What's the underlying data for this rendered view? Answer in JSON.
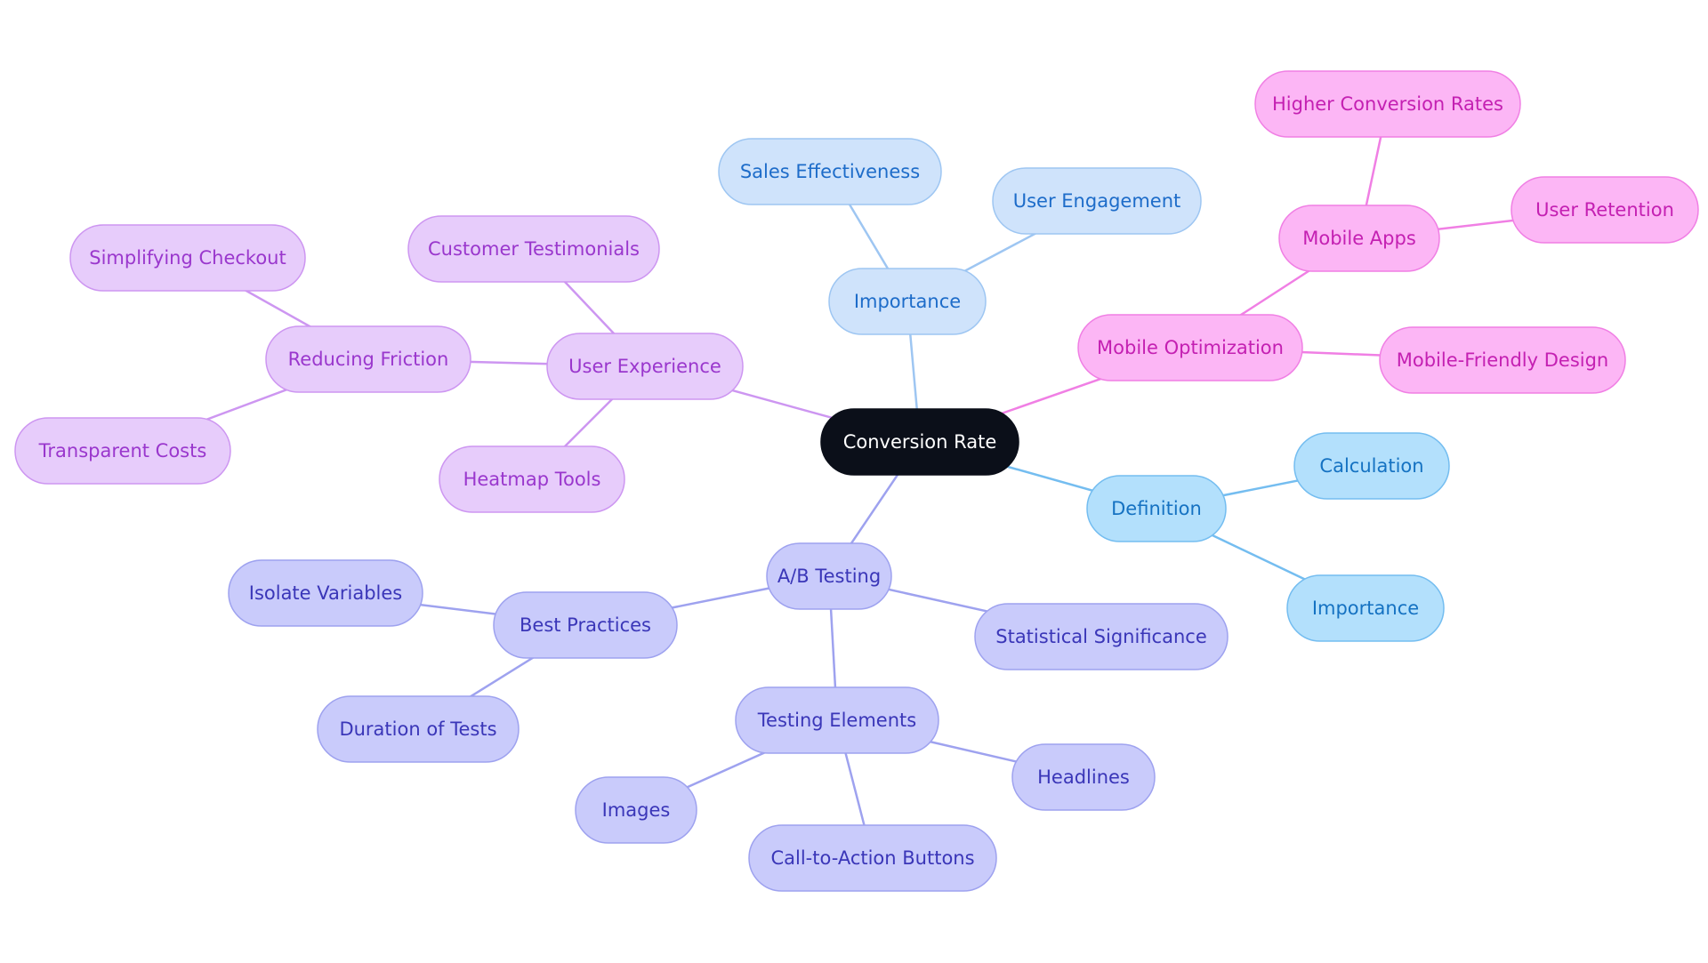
{
  "diagram": {
    "type": "mindmap",
    "palettes": {
      "root": {
        "fill": "#0b0f19",
        "stroke": "#0b0f19",
        "text": "#ffffff",
        "edge": "#0b0f19"
      },
      "definition": {
        "fill": "#b3e0fc",
        "stroke": "#74bdf0",
        "text": "#1572c2",
        "edge": "#74bdf0"
      },
      "importance": {
        "fill": "#cfe3fb",
        "stroke": "#9ec6f2",
        "text": "#1d6cc9",
        "edge": "#9ec6f2"
      },
      "experience": {
        "fill": "#e7ccfb",
        "stroke": "#cd96f1",
        "text": "#9a37cd",
        "edge": "#cd96f1"
      },
      "mobile": {
        "fill": "#fcb6f5",
        "stroke": "#f07fe4",
        "text": "#c420b2",
        "edge": "#f07fe4"
      },
      "testing": {
        "fill": "#c9cbfb",
        "stroke": "#9ea2ef",
        "text": "#3a36b8",
        "edge": "#9ea2ef"
      }
    },
    "nodes": [
      {
        "id": "root",
        "label": "Conversion Rate",
        "palette": "root"
      },
      {
        "id": "definition",
        "label": "Definition",
        "palette": "definition",
        "parent": "root"
      },
      {
        "id": "calculation",
        "label": "Calculation",
        "palette": "definition",
        "parent": "definition"
      },
      {
        "id": "definition-importance",
        "label": "Importance",
        "palette": "definition",
        "parent": "definition"
      },
      {
        "id": "importance",
        "label": "Importance",
        "palette": "importance",
        "parent": "root"
      },
      {
        "id": "sales-effectiveness",
        "label": "Sales Effectiveness",
        "palette": "importance",
        "parent": "importance"
      },
      {
        "id": "user-engagement",
        "label": "User Engagement",
        "palette": "importance",
        "parent": "importance"
      },
      {
        "id": "user-experience",
        "label": "User Experience",
        "palette": "experience",
        "parent": "root"
      },
      {
        "id": "customer-testimonials",
        "label": "Customer Testimonials",
        "palette": "experience",
        "parent": "user-experience"
      },
      {
        "id": "reducing-friction",
        "label": "Reducing Friction",
        "palette": "experience",
        "parent": "user-experience"
      },
      {
        "id": "simplifying-checkout",
        "label": "Simplifying Checkout",
        "palette": "experience",
        "parent": "reducing-friction"
      },
      {
        "id": "transparent-costs",
        "label": "Transparent Costs",
        "palette": "experience",
        "parent": "reducing-friction"
      },
      {
        "id": "heatmap-tools",
        "label": "Heatmap Tools",
        "palette": "experience",
        "parent": "user-experience"
      },
      {
        "id": "mobile-optimization",
        "label": "Mobile Optimization",
        "palette": "mobile",
        "parent": "root"
      },
      {
        "id": "mobile-apps",
        "label": "Mobile Apps",
        "palette": "mobile",
        "parent": "mobile-optimization"
      },
      {
        "id": "higher-conversion-rates",
        "label": "Higher Conversion Rates",
        "palette": "mobile",
        "parent": "mobile-apps"
      },
      {
        "id": "user-retention",
        "label": "User Retention",
        "palette": "mobile",
        "parent": "mobile-apps"
      },
      {
        "id": "mobile-friendly-design",
        "label": "Mobile-Friendly Design",
        "palette": "mobile",
        "parent": "mobile-optimization"
      },
      {
        "id": "ab-testing",
        "label": "A/B Testing",
        "palette": "testing",
        "parent": "root"
      },
      {
        "id": "best-practices",
        "label": "Best Practices",
        "palette": "testing",
        "parent": "ab-testing"
      },
      {
        "id": "isolate-variables",
        "label": "Isolate Variables",
        "palette": "testing",
        "parent": "best-practices"
      },
      {
        "id": "duration-of-tests",
        "label": "Duration of Tests",
        "palette": "testing",
        "parent": "best-practices"
      },
      {
        "id": "statistical-significance",
        "label": "Statistical Significance",
        "palette": "testing",
        "parent": "ab-testing"
      },
      {
        "id": "testing-elements",
        "label": "Testing Elements",
        "palette": "testing",
        "parent": "ab-testing"
      },
      {
        "id": "images",
        "label": "Images",
        "palette": "testing",
        "parent": "testing-elements"
      },
      {
        "id": "call-to-action-buttons",
        "label": "Call-to-Action Buttons",
        "palette": "testing",
        "parent": "testing-elements"
      },
      {
        "id": "headlines",
        "label": "Headlines",
        "palette": "testing",
        "parent": "testing-elements"
      }
    ]
  }
}
